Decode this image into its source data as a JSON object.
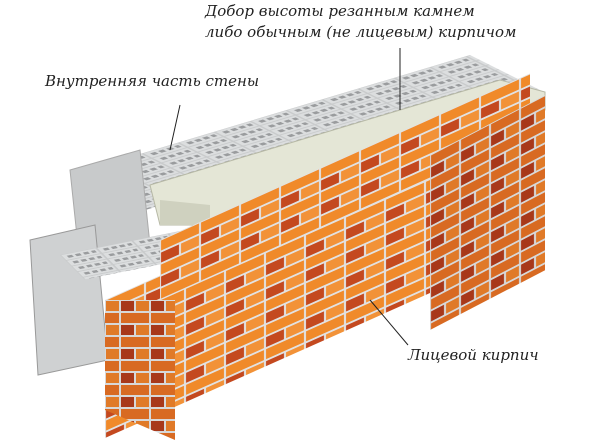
{
  "labels": {
    "top_line1": "Добор высоты резанным камнем",
    "top_line2": "либо обычным (не лицевым) кирпичом",
    "inner_wall": "Внутренняя часть стены",
    "facing_brick": "Лицевой кирпич"
  },
  "colors": {
    "brick_light": "#f08a2a",
    "brick_dark": "#b8401e",
    "block_gray": "#d9dbdc",
    "stone_top": "#e4e6d6"
  }
}
